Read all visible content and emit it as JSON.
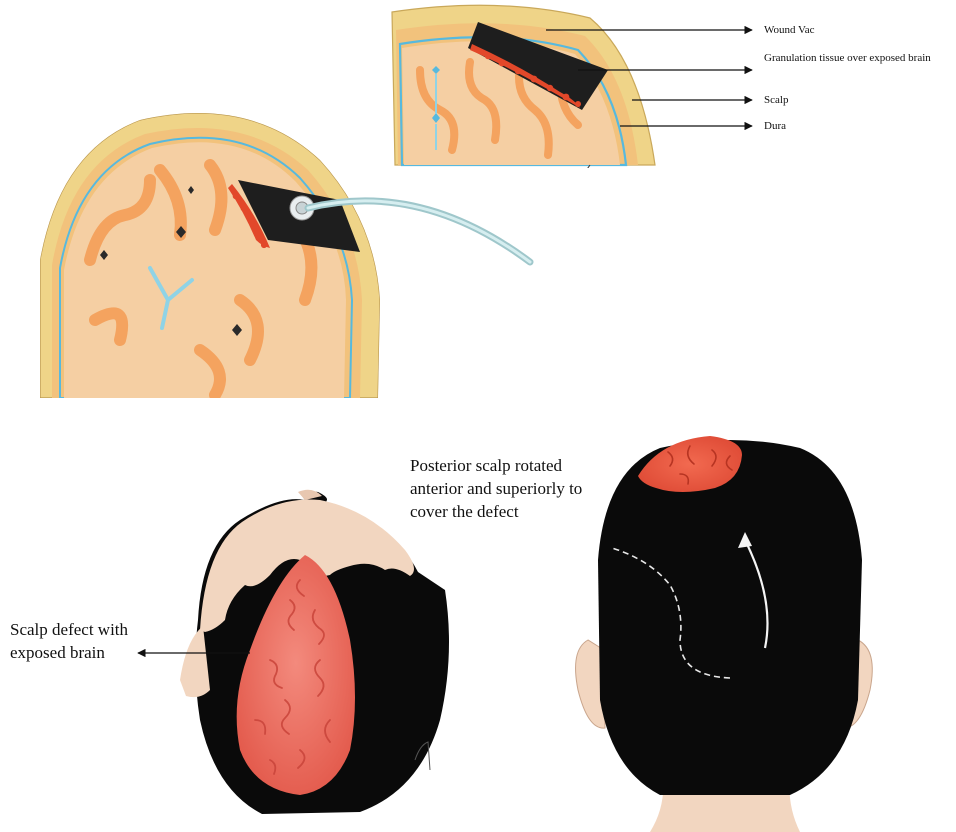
{
  "labels": {
    "wound_vac": "Wound Vac",
    "granulation": "Granulation tissue over exposed brain",
    "scalp": "Scalp",
    "dura": "Dura",
    "scalp_defect": "Scalp defect with exposed brain",
    "posterior_scalp": "Posterior scalp rotated anterior and superiorly to cover the defect"
  },
  "colors": {
    "scalp_yellow": "#EFD488",
    "skull_tan": "#E2C777",
    "brain_cortex": "#F5CFA3",
    "white_matter": "#F4A35F",
    "granulation_red": "#E2482A",
    "dura_blue": "#57B9DE",
    "csf_blue": "#8FD3E6",
    "vac_black": "#1E1E1E",
    "tube_blue": "#BFE0E4",
    "skin": "#F2D6C0",
    "hair_black": "#0A0A0A",
    "exposed_brain": "#EE6B5E"
  }
}
